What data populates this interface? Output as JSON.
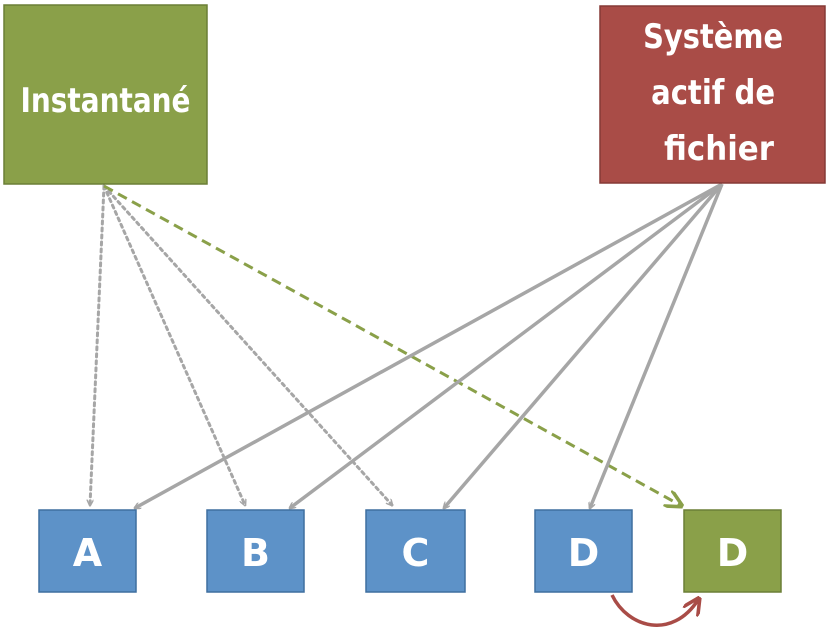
{
  "nodes": {
    "snapshot": {
      "label": "Instantané",
      "color": "#8aa049"
    },
    "active_fs": {
      "label_lines": [
        "Système",
        "actif de",
        "fichier"
      ],
      "color": "#a94c47"
    },
    "block_a": {
      "label": "A",
      "color": "#5d92c8"
    },
    "block_b": {
      "label": "B",
      "color": "#5d92c8"
    },
    "block_c": {
      "label": "C",
      "color": "#5d92c8"
    },
    "block_d_old": {
      "label": "D",
      "color": "#5d92c8"
    },
    "block_d_new": {
      "label": "D",
      "color": "#8aa049"
    }
  },
  "edges": [
    {
      "from": "snapshot",
      "to": "block_a",
      "style": "dotted",
      "color": "#a6a6a6"
    },
    {
      "from": "snapshot",
      "to": "block_b",
      "style": "dotted",
      "color": "#a6a6a6"
    },
    {
      "from": "snapshot",
      "to": "block_c",
      "style": "dotted",
      "color": "#a6a6a6"
    },
    {
      "from": "snapshot",
      "to": "block_d_new",
      "style": "dashed",
      "color": "#8aa049"
    },
    {
      "from": "active_fs",
      "to": "block_a",
      "style": "solid",
      "color": "#a6a6a6"
    },
    {
      "from": "active_fs",
      "to": "block_b",
      "style": "solid",
      "color": "#a6a6a6"
    },
    {
      "from": "active_fs",
      "to": "block_c",
      "style": "solid",
      "color": "#a6a6a6"
    },
    {
      "from": "active_fs",
      "to": "block_d_old",
      "style": "solid",
      "color": "#a6a6a6"
    },
    {
      "from": "block_d_old",
      "to": "block_d_new",
      "style": "curved",
      "color": "#a94c47"
    }
  ]
}
